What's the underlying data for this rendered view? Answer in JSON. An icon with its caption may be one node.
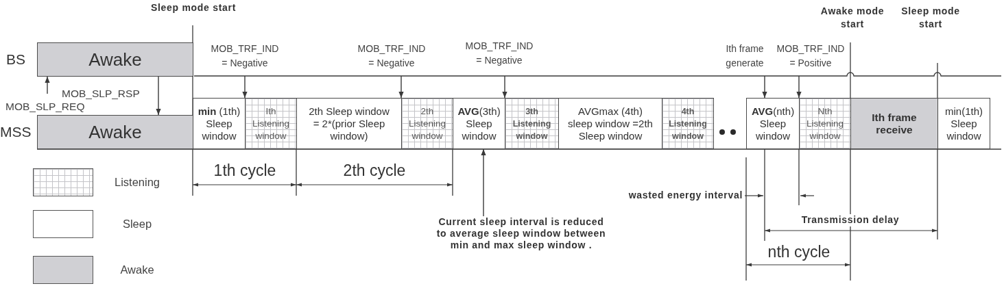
{
  "diagram": {
    "nodes": [
      {
        "text": [
          "Awake"
        ]
      },
      {
        "text": [
          "Awake"
        ]
      },
      {
        "text": [
          "**min** (1th) Sleep window"
        ]
      },
      {
        "text": [
          "Ith Listening window"
        ]
      },
      {
        "text": [
          "2th Sleep window = 2*(prior Sleep window)"
        ]
      },
      {
        "text": [
          "2th Listening window"
        ]
      },
      {
        "text": [
          "**AVG**(3th) Sleep window"
        ]
      },
      {
        "text": [
          "3th Listening window"
        ]
      },
      {
        "text": [
          "AVGmax (4th) sleep window =2th Sleep window"
        ]
      },
      {
        "text": [
          "4th Listening window"
        ]
      },
      {
        "text": [
          "**AVG**(nth) Sleep window"
        ]
      },
      {
        "text": [
          "Nth Listening window"
        ]
      },
      {
        "text": [
          "Ith frame receive"
        ]
      },
      {
        "text": [
          "min(1th) Sleep window"
        ]
      },
      {
        "text": [
          "Current sleep interval is reduced to average sleep window between min and max sleep window ."
        ]
      }
    ],
    "edges": [
      {
        "from": null,
        "to": 0,
        "arrow": "to",
        "label": "MOB_SLP_REQ"
      },
      {
        "from": 0,
        "to": 1,
        "arrow": "to",
        "label": "MOB_SLP_RSP"
      },
      {
        "from": null,
        "to": 3,
        "arrow": "to",
        "label": "MOB_TRF_IND = Negative"
      },
      {
        "from": null,
        "to": 5,
        "arrow": "to",
        "label": "MOB_TRF_IND = Negative"
      },
      {
        "from": null,
        "to": 7,
        "arrow": "to",
        "label": "MOB_TRF_IND = Negative"
      },
      {
        "from": null,
        "to": 10,
        "arrow": "to",
        "label": "Ith frame generate"
      },
      {
        "from": null,
        "to": 11,
        "arrow": "to",
        "label": "MOB_TRF_IND = Positive"
      },
      {
        "from": 14,
        "to": 6,
        "arrow": "to"
      }
    ],
    "labels": [
      "Sleep mode start",
      "Awake mode start",
      "Sleep mode start",
      "BS",
      "MSS",
      "1th cycle",
      "2th cycle",
      "wasted energy interval",
      "Transmission delay",
      "nth cycle"
    ],
    "legend": [
      {
        "text": "Listening"
      },
      {
        "text": "Sleep",
        "color": "#ffffff"
      },
      {
        "text": "Awake",
        "color": "#d0d0d4"
      }
    ]
  }
}
